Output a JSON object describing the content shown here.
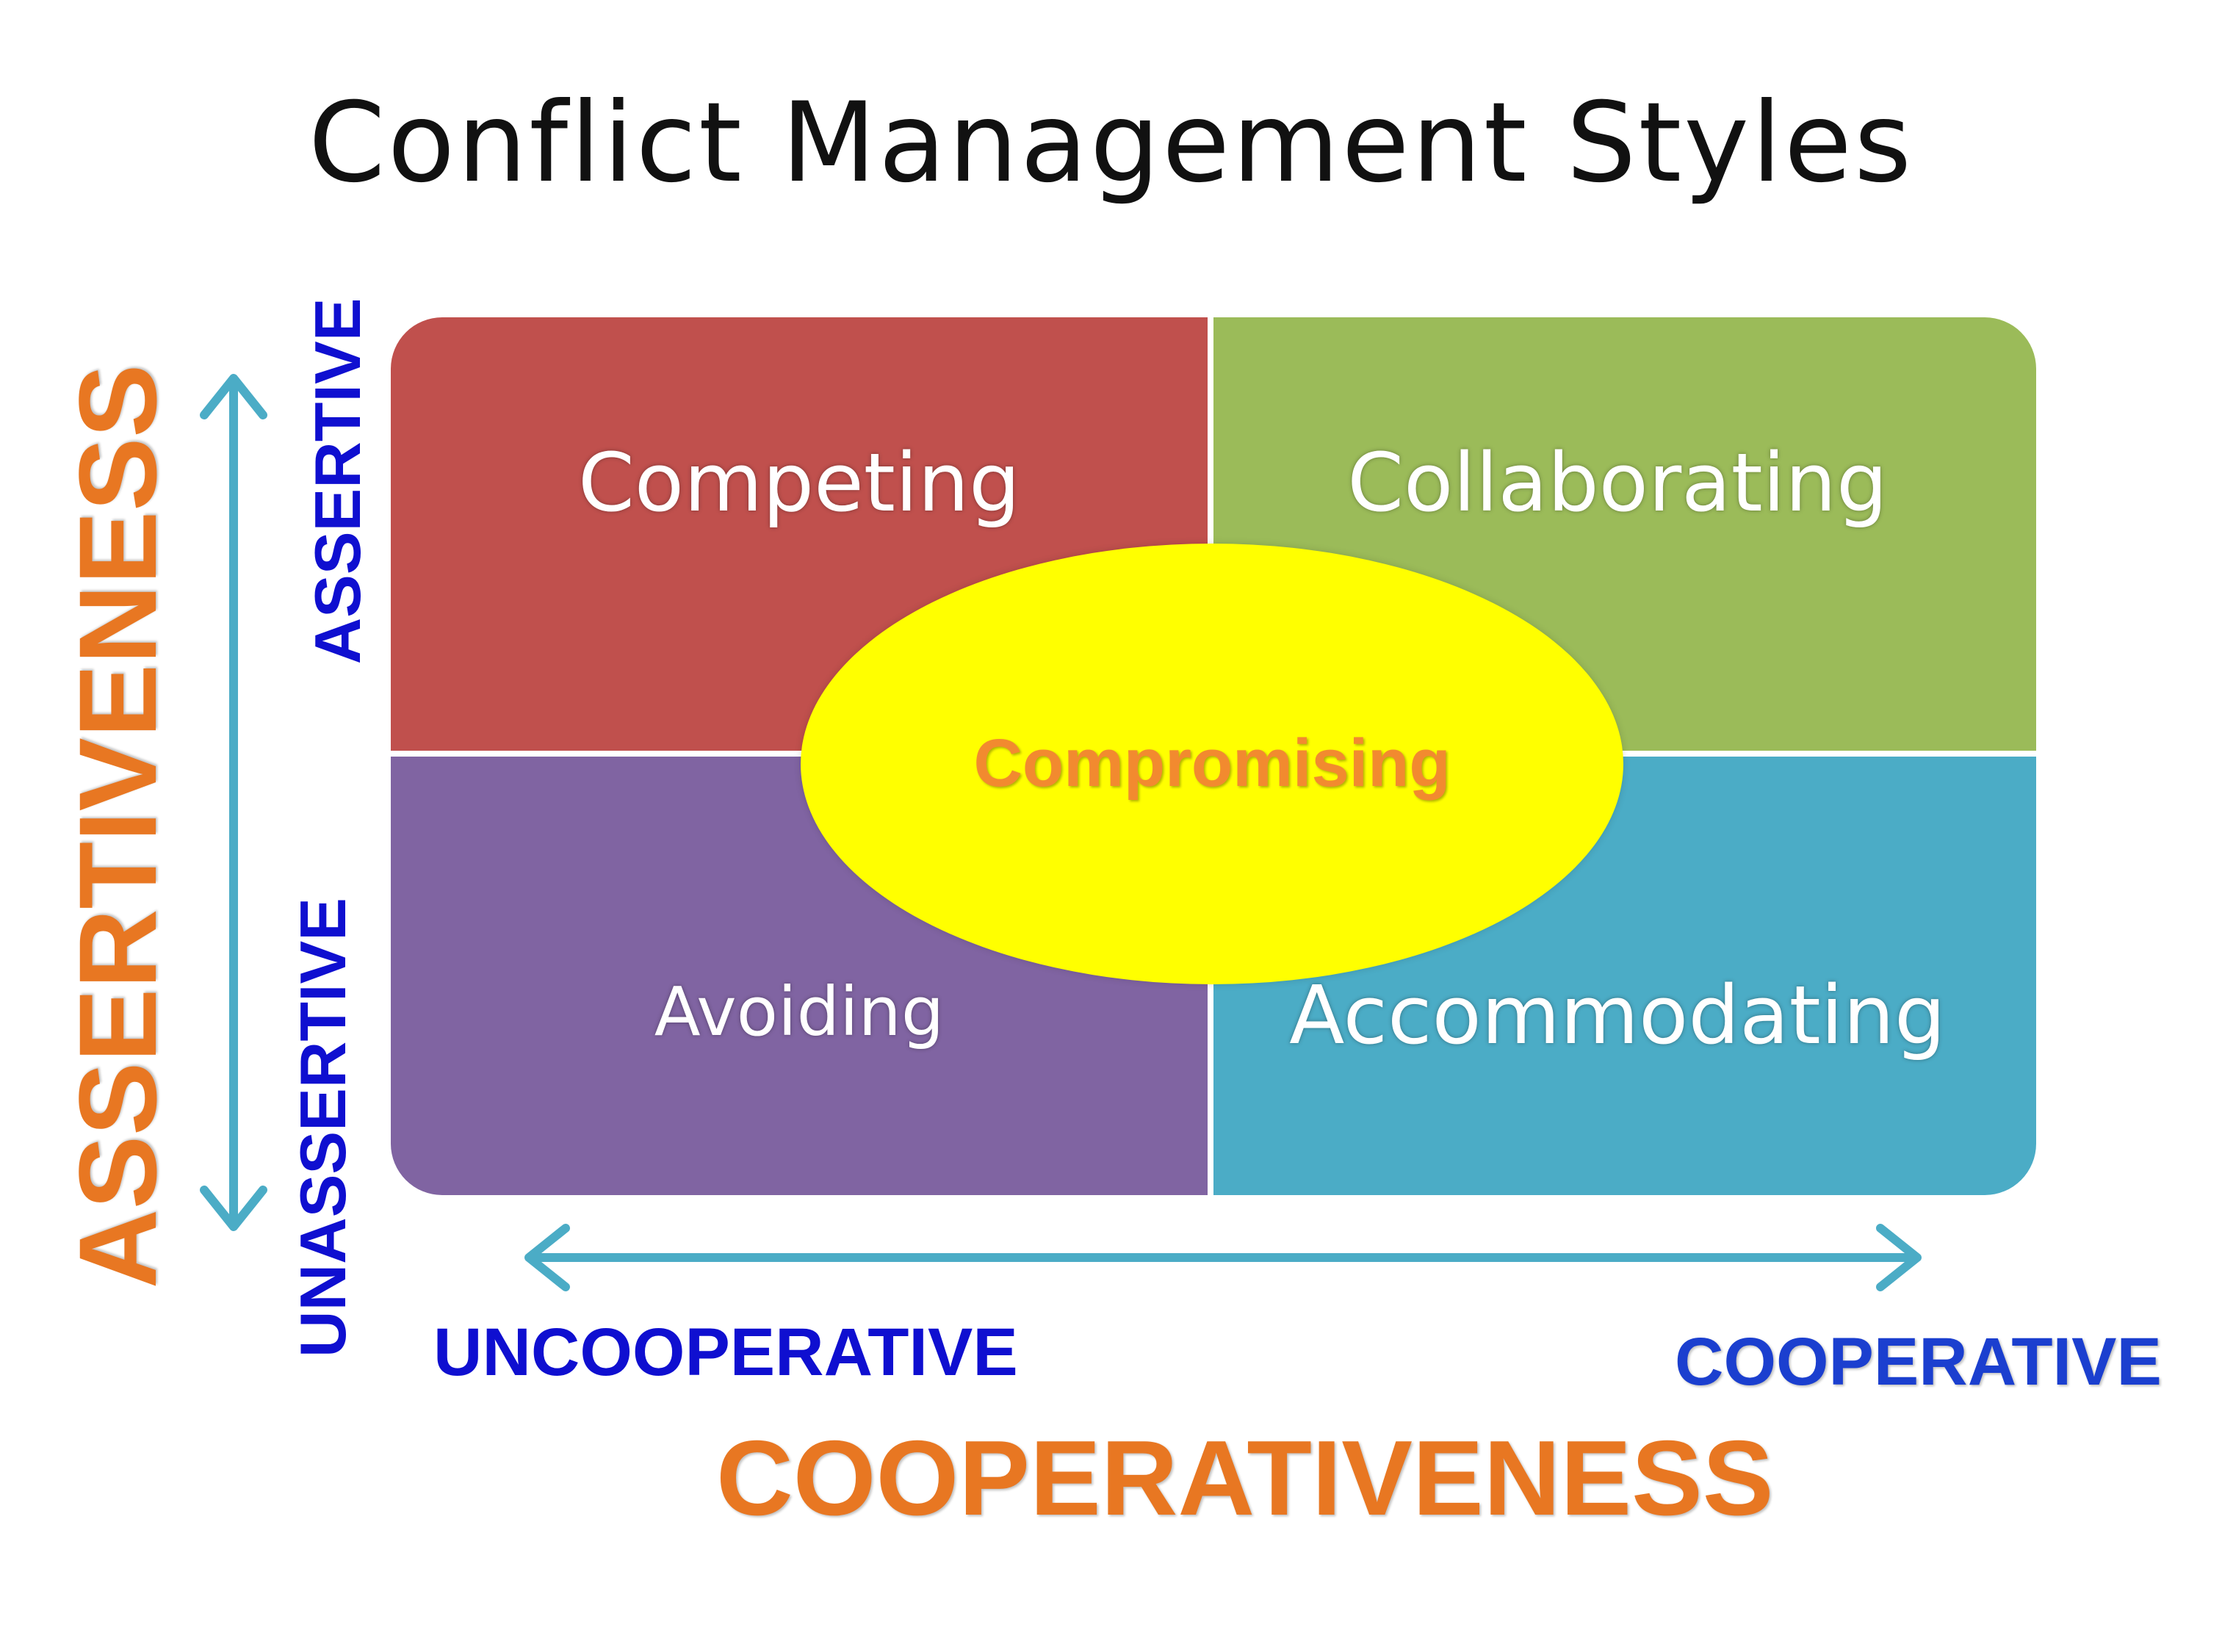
{
  "title": "Conflict Management Styles",
  "quadrants": {
    "top_left": {
      "label": "Competing",
      "color": "#c0504d"
    },
    "top_right": {
      "label": "Collaborating",
      "color": "#9bbb59"
    },
    "bottom_left": {
      "label": "Avoiding",
      "color": "#8064a2"
    },
    "bottom_right": {
      "label": "Accommodating",
      "color": "#4bacc6"
    }
  },
  "center": {
    "label": "Compromising",
    "color": "#ffff00"
  },
  "vertical_axis": {
    "name": "ASSERTIVENESS",
    "top_label": "ASSERTIVE",
    "bottom_label": "UNASSERTIVE"
  },
  "horizontal_axis": {
    "name": "COOPERATIVENESS",
    "left_label": "UNCOOPERATIVE",
    "right_label": "COOPERATIVE"
  },
  "colors": {
    "axis_arrow": "#4bacc6",
    "axis_end_labels": "#0f0fd0",
    "axis_names": "#e87722"
  }
}
